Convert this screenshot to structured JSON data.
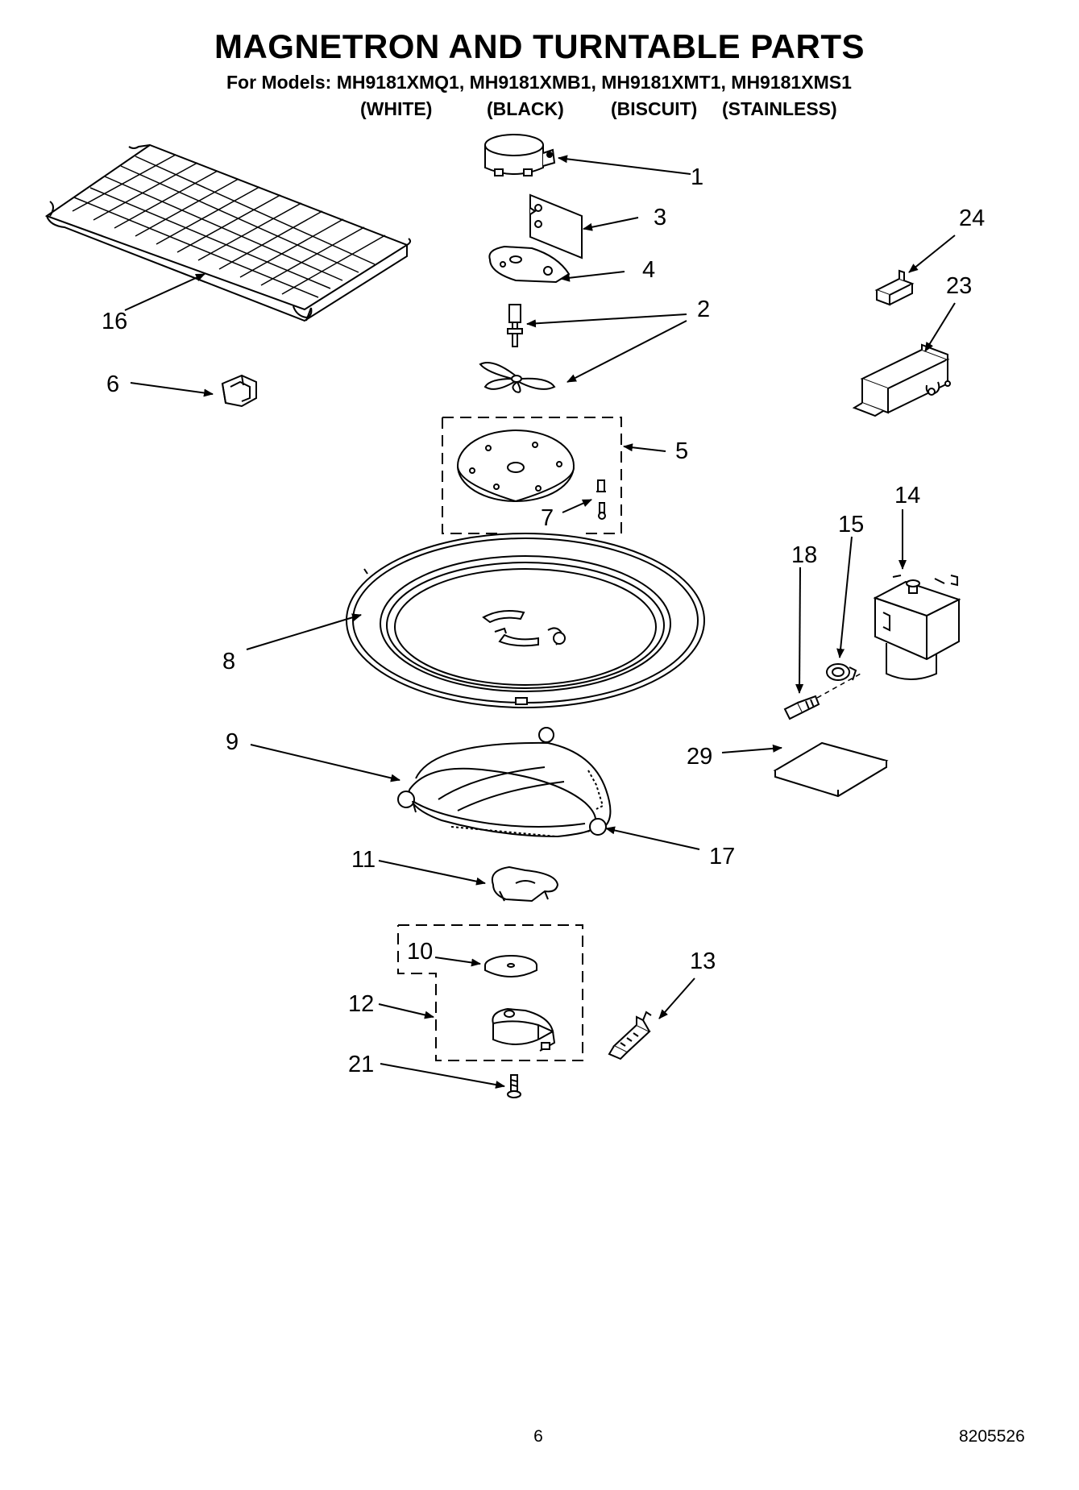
{
  "header": {
    "title": "MAGNETRON AND TURNTABLE PARTS",
    "models": "For Models: MH9181XMQ1, MH9181XMB1, MH9181XMT1, MH9181XMS1",
    "colors": [
      "(WHITE)",
      "(BLACK)",
      "(BISCUIT)",
      "(STAINLESS)"
    ]
  },
  "callouts": {
    "n1": "1",
    "n2": "2",
    "n3": "3",
    "n4": "4",
    "n5": "5",
    "n6": "6",
    "n7": "7",
    "n8": "8",
    "n9": "9",
    "n10": "10",
    "n11": "11",
    "n12": "12",
    "n13": "13",
    "n14": "14",
    "n15": "15",
    "n16": "16",
    "n17": "17",
    "n18": "18",
    "n21": "21",
    "n23": "23",
    "n24": "24",
    "n29": "29"
  },
  "footer": {
    "page_number": "6",
    "doc_number": "8205526"
  }
}
